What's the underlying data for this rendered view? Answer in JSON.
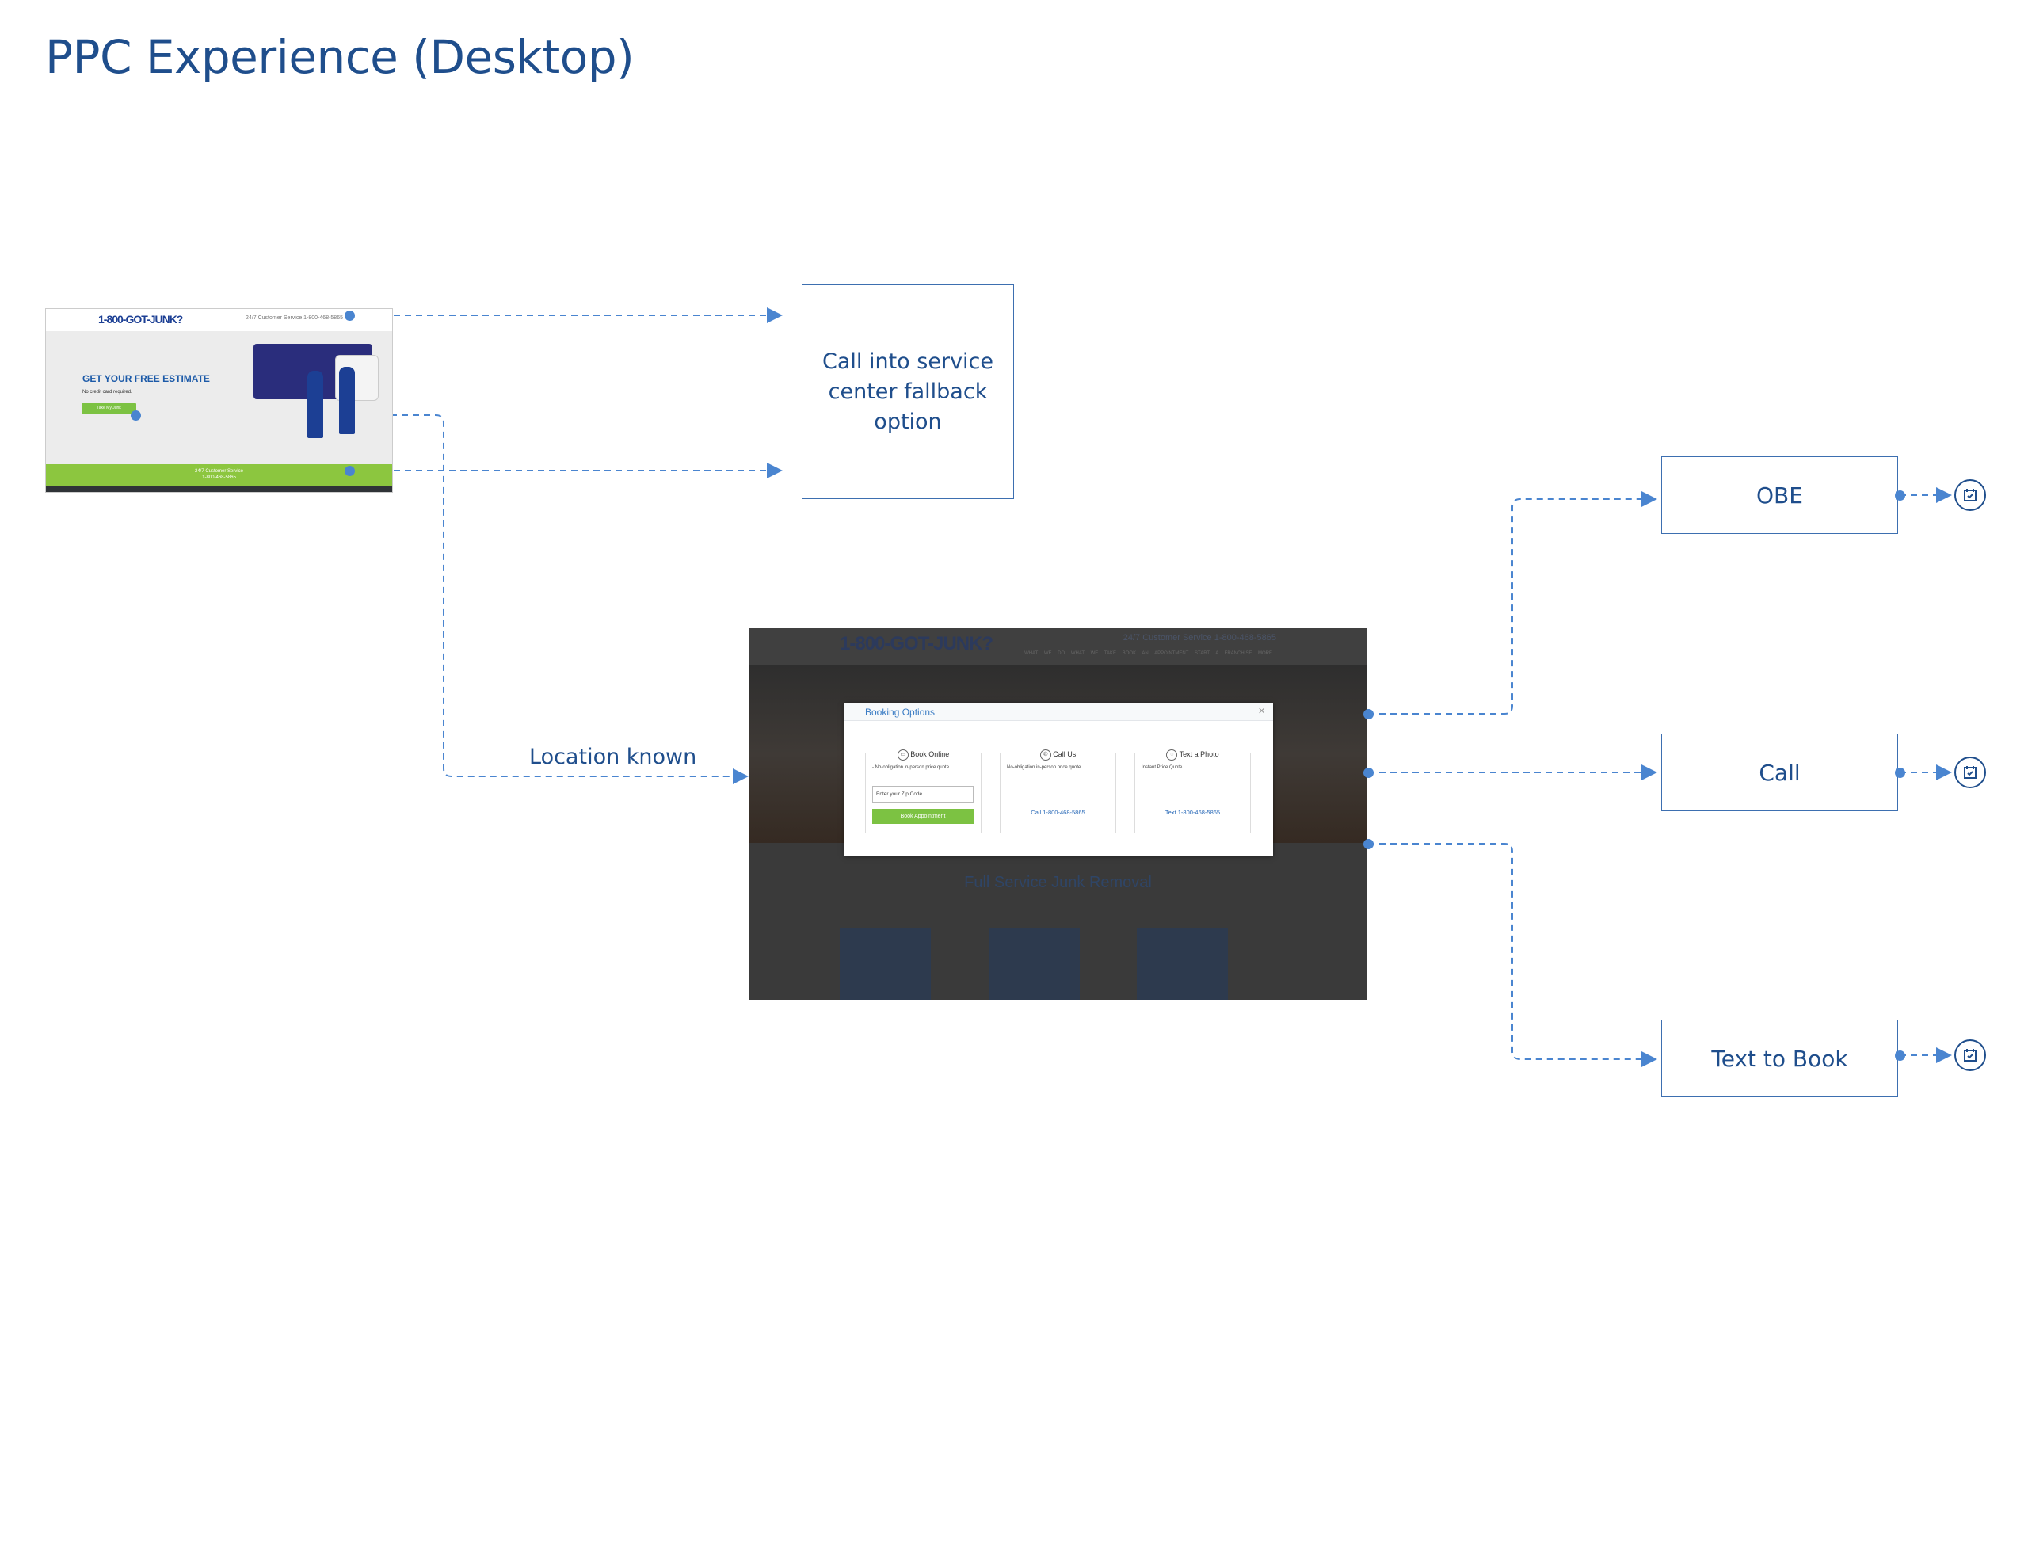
{
  "title": "PPC Experience (Desktop)",
  "landing_page": {
    "logo": "1-800-GOT-JUNK?",
    "header_phone": "24/7 Customer Service 1-800-468-5865",
    "headline": "GET YOUR FREE ESTIMATE",
    "subtext": "No credit card required.",
    "cta": "Take My Junk",
    "footer_line1": "24/7 Customer Service",
    "footer_line2": "1-800-468-5865"
  },
  "fallback_box": "Call into service center fallback option",
  "edge_label": "Location known",
  "site": {
    "logo": "1-800-GOT-JUNK?",
    "phone": "24/7 Customer Service 1-800-468-5865",
    "nav": "WHAT WE DO  WHAT WE TAKE  BOOK AN APPOINTMENT  START A FRANCHISE  MORE",
    "section_title": "Full Service Junk Removal"
  },
  "modal": {
    "title": "Booking Options",
    "close": "×",
    "cards": [
      {
        "title": "Book Online",
        "desc": "- No-obligation in-person price quote.",
        "input_placeholder": "Enter your Zip Code",
        "button": "Book Appointment"
      },
      {
        "title": "Call Us",
        "desc": "No-obligation in-person price quote.",
        "link": "Call 1-800-468-5865"
      },
      {
        "title": "Text a Photo",
        "desc": "Instant Price Quote",
        "link": "Text 1-800-468-5865"
      }
    ]
  },
  "destinations": [
    "OBE",
    "Call",
    "Text to Book"
  ],
  "colors": {
    "accent": "#1f4e8c",
    "connector": "#4a85d0",
    "green": "#7cc242"
  }
}
